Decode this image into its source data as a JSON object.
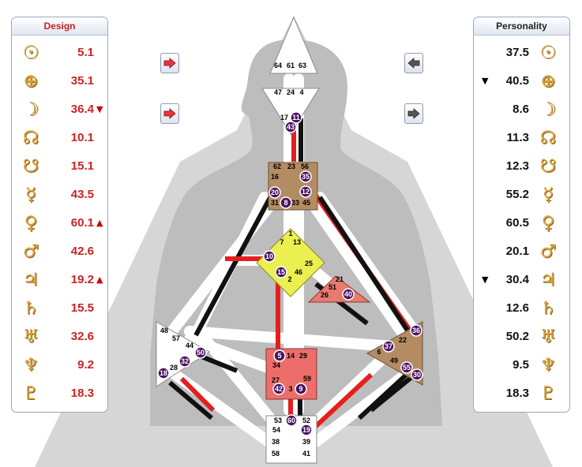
{
  "design": {
    "title": "Design",
    "rows": [
      {
        "icon": "sun-icon",
        "glyph": "☉",
        "value": "5.1",
        "arrow": ""
      },
      {
        "icon": "earth-icon",
        "glyph": "⊕",
        "value": "35.1",
        "arrow": ""
      },
      {
        "icon": "moon-icon",
        "glyph": "☽",
        "value": "36.4",
        "arrow": "▼"
      },
      {
        "icon": "north-node-icon",
        "glyph": "☊",
        "value": "10.1",
        "arrow": ""
      },
      {
        "icon": "south-node-icon",
        "glyph": "☋",
        "value": "15.1",
        "arrow": ""
      },
      {
        "icon": "mercury-icon",
        "glyph": "☿",
        "value": "43.5",
        "arrow": ""
      },
      {
        "icon": "venus-icon",
        "glyph": "♀",
        "value": "60.1",
        "arrow": "▲"
      },
      {
        "icon": "mars-icon",
        "glyph": "♂",
        "value": "42.6",
        "arrow": ""
      },
      {
        "icon": "jupiter-icon",
        "glyph": "♃",
        "value": "19.2",
        "arrow": "▲"
      },
      {
        "icon": "saturn-icon",
        "glyph": "♄",
        "value": "15.5",
        "arrow": ""
      },
      {
        "icon": "uranus-icon",
        "glyph": "♅",
        "value": "32.6",
        "arrow": ""
      },
      {
        "icon": "neptune-icon",
        "glyph": "♆",
        "value": "9.2",
        "arrow": ""
      },
      {
        "icon": "pluto-icon",
        "glyph": "♇",
        "value": "18.3",
        "arrow": ""
      }
    ]
  },
  "personality": {
    "title": "Personality",
    "rows": [
      {
        "icon": "sun-icon",
        "glyph": "☉",
        "value": "37.5",
        "arrow": ""
      },
      {
        "icon": "earth-icon",
        "glyph": "⊕",
        "value": "40.5",
        "arrow": "▼"
      },
      {
        "icon": "moon-icon",
        "glyph": "☽",
        "value": "8.6",
        "arrow": ""
      },
      {
        "icon": "north-node-icon",
        "glyph": "☊",
        "value": "11.3",
        "arrow": ""
      },
      {
        "icon": "south-node-icon",
        "glyph": "☋",
        "value": "12.3",
        "arrow": ""
      },
      {
        "icon": "mercury-icon",
        "glyph": "☿",
        "value": "55.2",
        "arrow": ""
      },
      {
        "icon": "venus-icon",
        "glyph": "♀",
        "value": "60.5",
        "arrow": ""
      },
      {
        "icon": "mars-icon",
        "glyph": "♂",
        "value": "20.1",
        "arrow": ""
      },
      {
        "icon": "jupiter-icon",
        "glyph": "♃",
        "value": "30.4",
        "arrow": "▼"
      },
      {
        "icon": "saturn-icon",
        "glyph": "♄",
        "value": "12.6",
        "arrow": ""
      },
      {
        "icon": "uranus-icon",
        "glyph": "♅",
        "value": "50.2",
        "arrow": ""
      },
      {
        "icon": "neptune-icon",
        "glyph": "♆",
        "value": "9.5",
        "arrow": ""
      },
      {
        "icon": "pluto-icon",
        "glyph": "♇",
        "value": "18.3",
        "arrow": ""
      }
    ]
  },
  "nav": {
    "design_buttons": [
      {
        "icon": "arrow-right-icon",
        "color": "#e8343a"
      },
      {
        "icon": "arrow-right-icon",
        "color": "#e8343a"
      }
    ],
    "personality_buttons": [
      {
        "icon": "arrow-left-icon",
        "color": "#555555"
      },
      {
        "icon": "arrow-right-icon",
        "color": "#555555"
      }
    ]
  },
  "bodygraph": {
    "colors": {
      "design": "#e61e1e",
      "personality": "#111111",
      "channel": "#ffffff",
      "silhouette": "#bdbdbd",
      "head": "#ffffff",
      "ajna": "#ffffff",
      "throat": "#b48c64",
      "g": "#ebf050",
      "heart": "#e87a70",
      "spleen": "#ffffff",
      "sacral": "#ec6e6a",
      "solar": "#b48c64",
      "root": "#ffffff",
      "activated_gate": "#4a1460"
    },
    "centers": {
      "head": {
        "gates": [
          "64",
          "61",
          "63"
        ]
      },
      "ajna": {
        "gates": [
          "47",
          "24",
          "4",
          "17",
          "11",
          "43"
        ]
      },
      "throat": {
        "gates": [
          "62",
          "23",
          "56",
          "16",
          "35",
          "20",
          "12",
          "31",
          "8",
          "33",
          "45"
        ]
      },
      "g": {
        "gates": [
          "1",
          "7",
          "13",
          "10",
          "25",
          "15",
          "46",
          "2"
        ]
      },
      "heart": {
        "gates": [
          "21",
          "51",
          "26",
          "40"
        ]
      },
      "spleen": {
        "gates": [
          "48",
          "57",
          "44",
          "50",
          "32",
          "28",
          "18"
        ]
      },
      "sacral": {
        "gates": [
          "5",
          "14",
          "29",
          "34",
          "27",
          "59",
          "42",
          "3",
          "9"
        ]
      },
      "solar_plexus": {
        "gates": [
          "36",
          "22",
          "37",
          "6",
          "49",
          "55",
          "30"
        ]
      },
      "root": {
        "gates": [
          "53",
          "60",
          "52",
          "54",
          "19",
          "38",
          "39",
          "58",
          "41"
        ]
      }
    },
    "activated_gates": [
      "11",
      "43",
      "35",
      "20",
      "12",
      "8",
      "10",
      "15",
      "40",
      "50",
      "32",
      "18",
      "5",
      "42",
      "9",
      "36",
      "37",
      "55",
      "30",
      "60",
      "19"
    ]
  }
}
